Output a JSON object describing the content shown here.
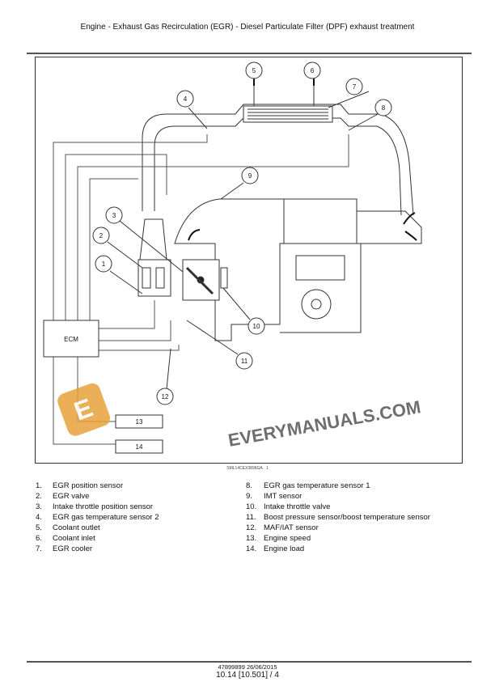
{
  "header": {
    "title": "Engine - Exhaust Gas Recirculation (EGR) - Diesel Particulate Filter (DPF) exhaust treatment"
  },
  "diagram": {
    "callouts": [
      "1",
      "2",
      "3",
      "4",
      "5",
      "6",
      "7",
      "8",
      "9",
      "10",
      "11",
      "12"
    ],
    "ecm_label": "ECM",
    "box_13": "13",
    "box_14": "14",
    "watermark": "EVERYMANUALS.COM",
    "caption_code": "SML14CEX3896GA",
    "caption_num": "1"
  },
  "legend": {
    "left": [
      {
        "n": "1.",
        "t": "EGR position sensor"
      },
      {
        "n": "2.",
        "t": "EGR valve"
      },
      {
        "n": "3.",
        "t": "Intake throttle position sensor"
      },
      {
        "n": "4.",
        "t": "EGR gas temperature sensor 2"
      },
      {
        "n": "5.",
        "t": "Coolant outlet"
      },
      {
        "n": "6.",
        "t": "Coolant inlet"
      },
      {
        "n": "7.",
        "t": "EGR cooler"
      }
    ],
    "right": [
      {
        "n": "8.",
        "t": "EGR gas temperature sensor 1"
      },
      {
        "n": "9.",
        "t": "IMT sensor"
      },
      {
        "n": "10.",
        "t": "Intake throttle valve"
      },
      {
        "n": "11.",
        "t": "Boost pressure sensor/boost temperature sensor"
      },
      {
        "n": "12.",
        "t": "MAF/IAT sensor"
      },
      {
        "n": "13.",
        "t": "Engine speed"
      },
      {
        "n": "14.",
        "t": "Engine load"
      }
    ]
  },
  "footer": {
    "doc": "47899899 26/06/2015",
    "page": "10.14 [10.501] / 4"
  }
}
